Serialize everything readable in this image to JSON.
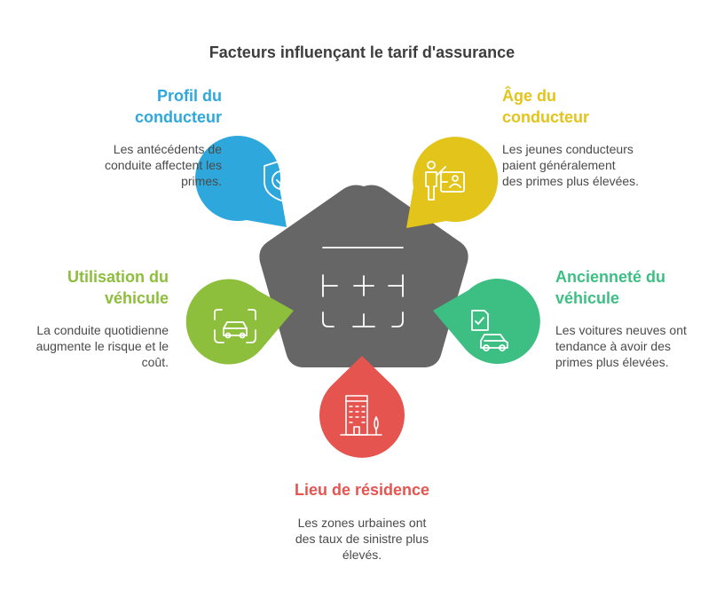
{
  "title": "Facteurs influençant le tarif d'assurance",
  "colors": {
    "center": "#666666",
    "profil": "#2EA8DC",
    "age": "#E2C41B",
    "anciennete": "#3DBF84",
    "residence": "#E65450",
    "utilisation": "#8DBE3C"
  },
  "factors": {
    "profil": {
      "heading_line1": "Profil du",
      "heading_line2": "conducteur",
      "desc_line1": "Les antécédents de",
      "desc_line2": "conduite affectent les",
      "desc_line3": "primes.",
      "icon": "shield-check-icon"
    },
    "age": {
      "heading_line1": "Âge du",
      "heading_line2": "conducteur",
      "desc_line1": "Les jeunes conducteurs",
      "desc_line2": "paient généralement",
      "desc_line3": "des primes plus élevées.",
      "icon": "driver-presentation-icon"
    },
    "anciennete": {
      "heading_line1": "Ancienneté du",
      "heading_line2": "véhicule",
      "desc_line1": "Les voitures neuves ont",
      "desc_line2": "tendance à avoir des",
      "desc_line3": "primes plus élevées.",
      "icon": "car-document-icon"
    },
    "residence": {
      "heading_line1": "Lieu de résidence",
      "desc_line1": "Les zones urbaines ont",
      "desc_line2": "des taux de sinistre plus",
      "desc_line3": "élevés.",
      "icon": "building-tree-icon"
    },
    "utilisation": {
      "heading_line1": "Utilisation du",
      "heading_line2": "véhicule",
      "desc_line1": "La conduite quotidienne",
      "desc_line2": "augmente le risque et le",
      "desc_line3": "coût.",
      "icon": "car-frame-icon"
    }
  }
}
